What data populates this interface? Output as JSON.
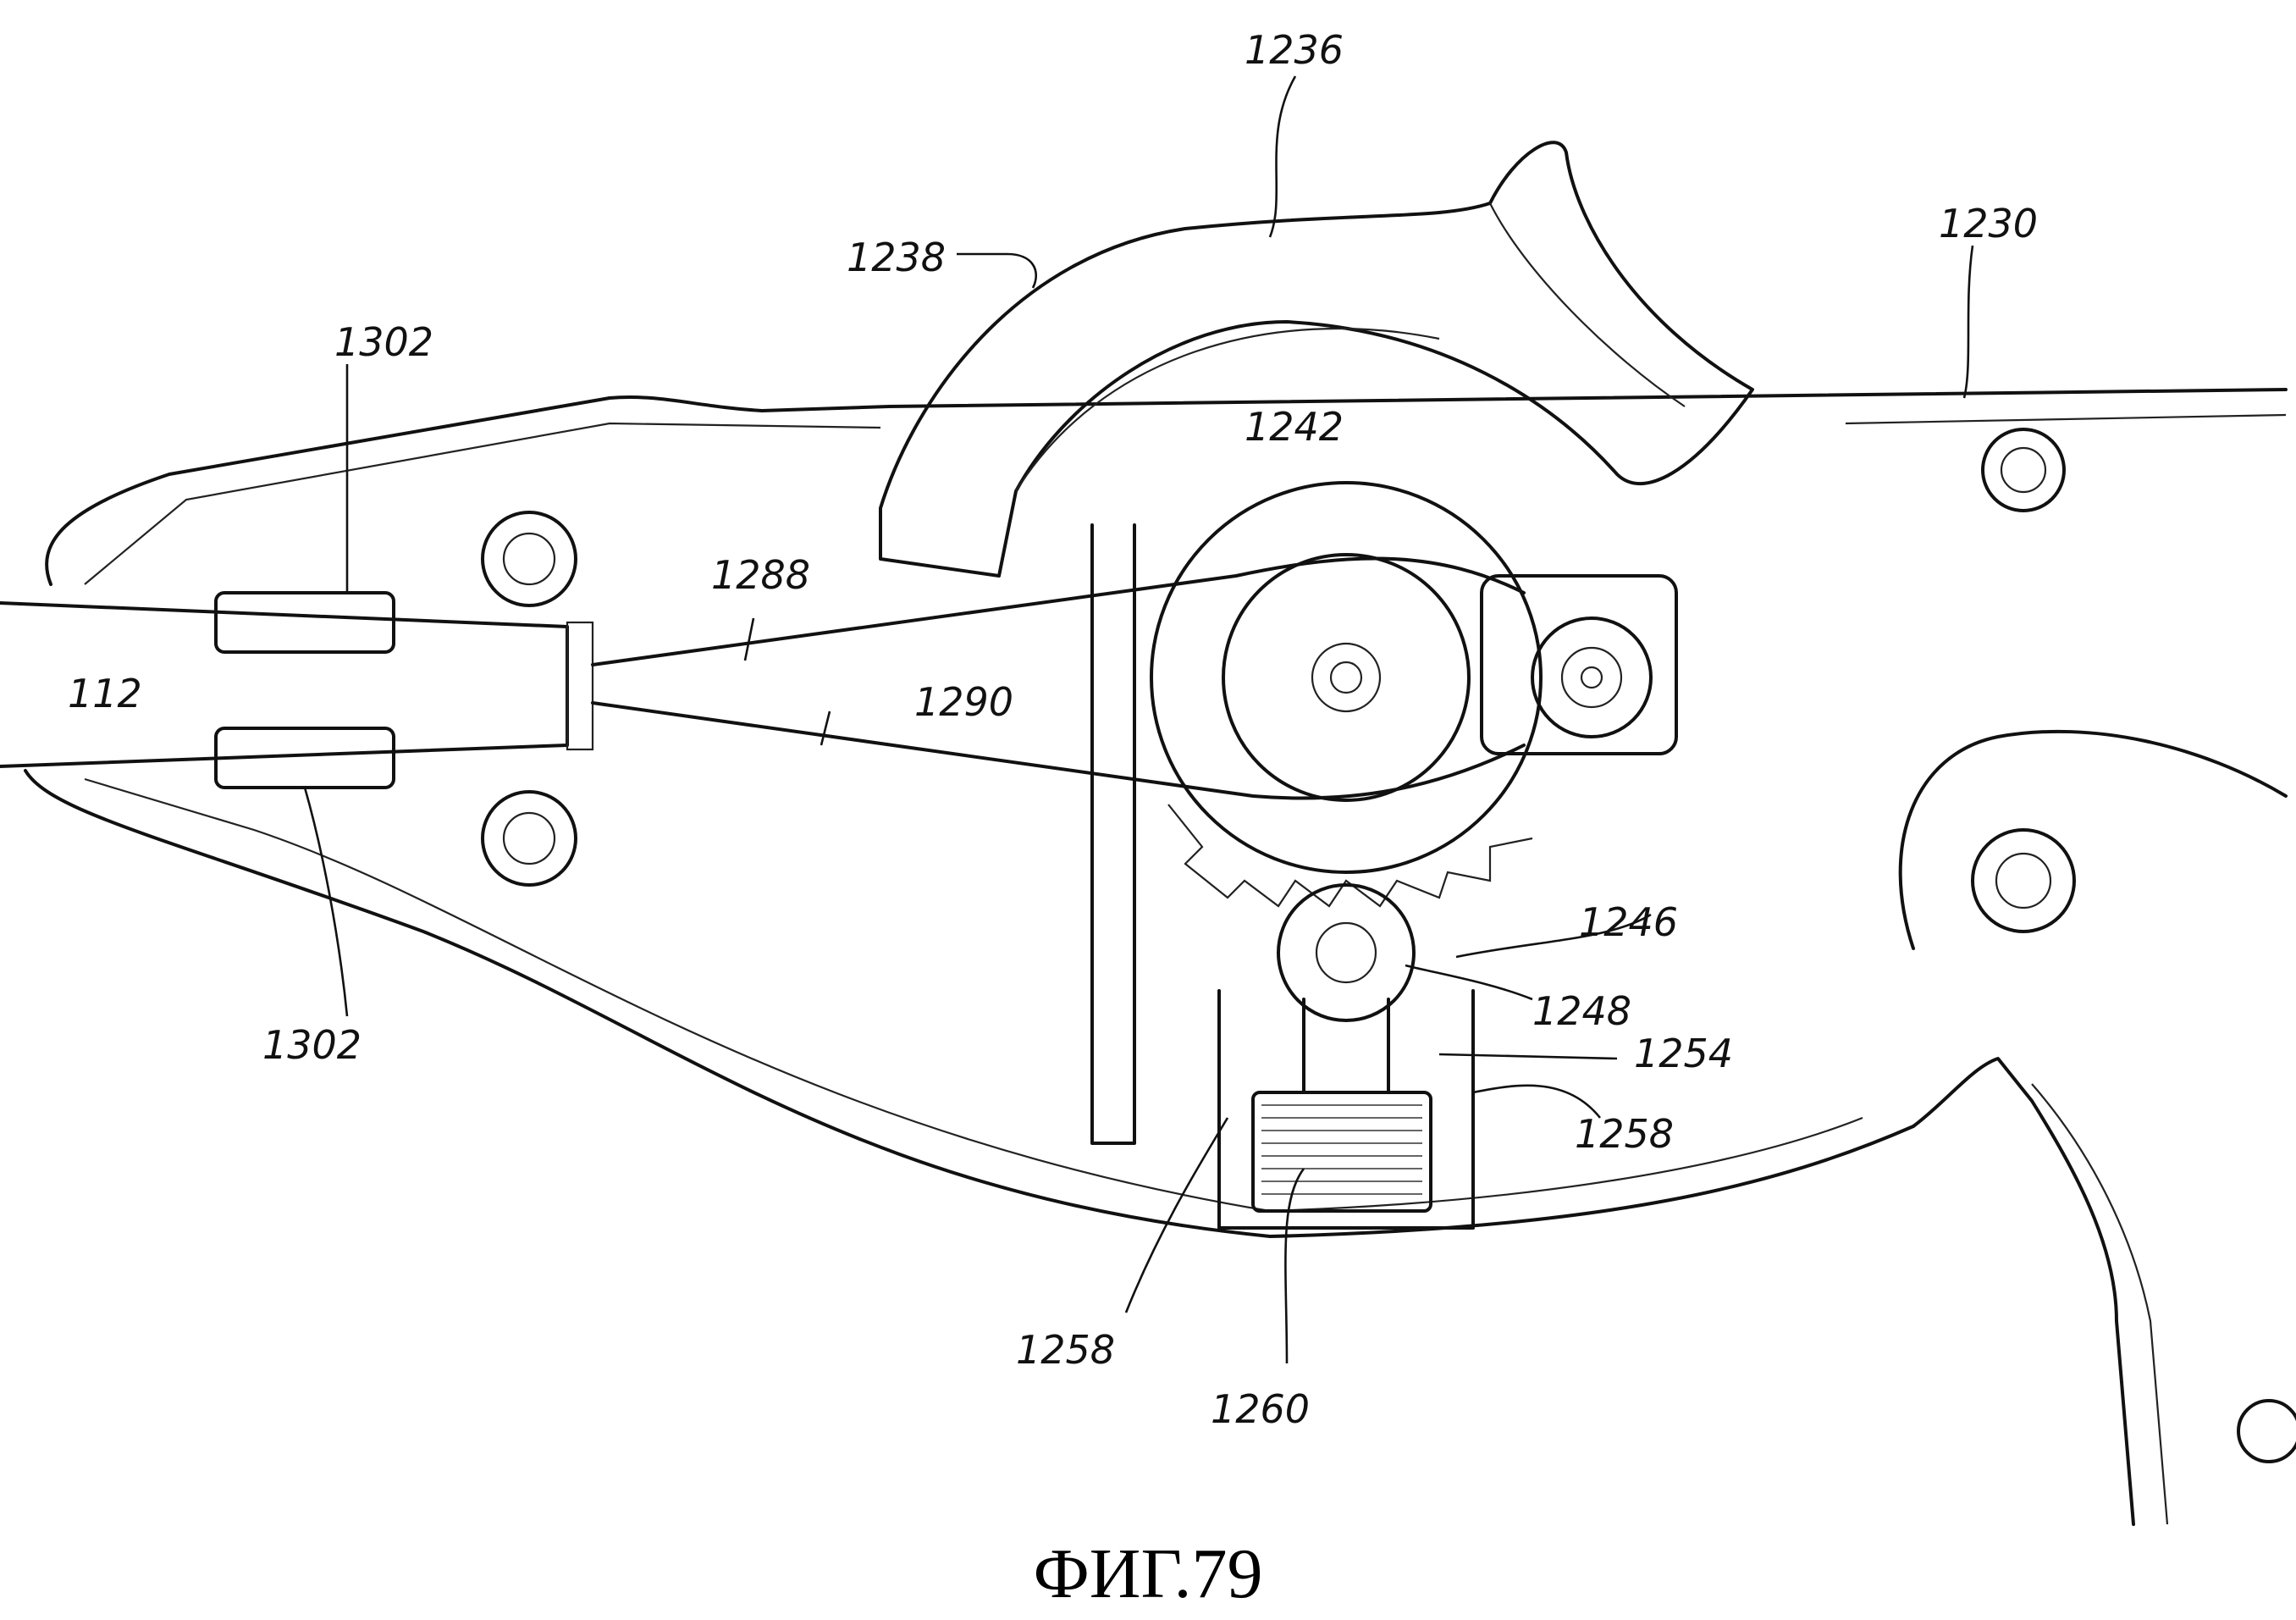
{
  "figure": {
    "caption": "ФИГ.79",
    "type": "patent-drawing",
    "reference_labels": {
      "l1236": "1236",
      "l1238": "1238",
      "l1230": "1230",
      "l1242": "1242",
      "l1302a": "1302",
      "l1302b": "1302",
      "l1288": "1288",
      "l1290": "1290",
      "l112": "112",
      "l1246": "1246",
      "l1248": "1248",
      "l1254": "1254",
      "l1258a": "1258",
      "l1258b": "1258",
      "l1260": "1260"
    }
  }
}
